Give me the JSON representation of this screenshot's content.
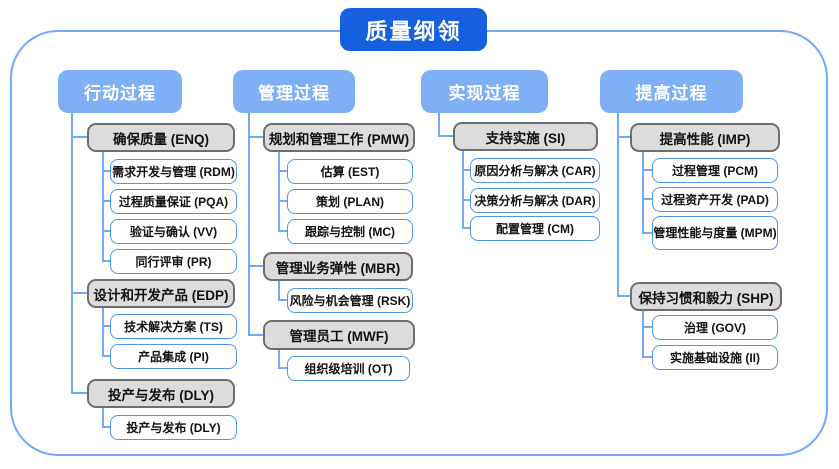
{
  "title": "质量纲领",
  "colors": {
    "title_bg": "#1660DF",
    "header_bg": "#7FAFF5",
    "group_fill": "#DCDCDC",
    "group_border": "#6E6E6E",
    "child_border": "#4E95EC",
    "connector_line": "#74A9F7",
    "frame_border": "#74A9F7"
  },
  "columns": [
    {
      "header": "行动过程",
      "groups": [
        {
          "label": "确保质量 (ENQ)",
          "children": [
            "需求开发与管理 (RDM)",
            "过程质量保证 (PQA)",
            "验证与确认 (VV)",
            "同行评审 (PR)"
          ]
        },
        {
          "label": "设计和开发产品 (EDP)",
          "children": [
            "技术解决方案 (TS)",
            "产品集成 (PI)"
          ]
        },
        {
          "label": "投产与发布 (DLY)",
          "children": [
            "投产与发布 (DLY)"
          ]
        }
      ]
    },
    {
      "header": "管理过程",
      "groups": [
        {
          "label": "规划和管理工作 (PMW)",
          "children": [
            "估算 (EST)",
            "策划 (PLAN)",
            "跟踪与控制 (MC)"
          ]
        },
        {
          "label": "管理业务弹性 (MBR)",
          "children": [
            "风险与机会管理 (RSK)"
          ]
        },
        {
          "label": "管理员工 (MWF)",
          "children": [
            "组织级培训 (OT)"
          ]
        }
      ]
    },
    {
      "header": "实现过程",
      "groups": [
        {
          "label": "支持实施 (SI)",
          "children": [
            "原因分析与解决 (CAR)",
            "决策分析与解决 (DAR)",
            "配置管理 (CM)"
          ]
        }
      ]
    },
    {
      "header": "提高过程",
      "groups": [
        {
          "label": "提高性能 (IMP)",
          "children": [
            "过程管理 (PCM)",
            "过程资产开发 (PAD)",
            "管理性能与度量 (MPM)"
          ]
        },
        {
          "label": "保持习惯和毅力 (SHP)",
          "children": [
            "治理 (GOV)",
            "实施基础设施 (II)"
          ]
        }
      ]
    }
  ]
}
